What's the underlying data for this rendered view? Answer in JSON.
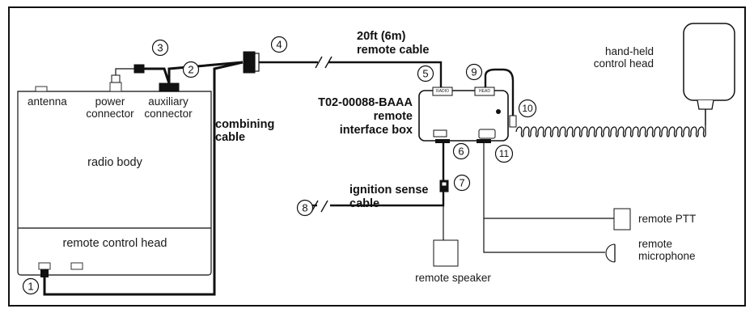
{
  "labels": {
    "antenna": "antenna",
    "power_connector_1": "power",
    "power_connector_2": "connector",
    "auxiliary_connector_1": "auxiliary",
    "auxiliary_connector_2": "connector",
    "radio_body": "radio body",
    "remote_control_head": "remote control head",
    "combining_cable_1": "combining",
    "combining_cable_2": "cable",
    "remote_cable_1": "20ft (6m)",
    "remote_cable_2": "remote cable",
    "interface_box_1": "T02-00088-BAAA",
    "interface_box_2": "remote",
    "interface_box_3": "interface box",
    "ignition_cable_1": "ignition sense",
    "ignition_cable_2": "cable",
    "hand_held_1": "hand-held",
    "hand_held_2": "control head",
    "remote_ptt": "remote PTT",
    "remote_microphone_1": "remote",
    "remote_microphone_2": "microphone",
    "remote_speaker": "remote speaker"
  },
  "callouts": {
    "n1": "1",
    "n2": "2",
    "n3": "3",
    "n4": "4",
    "n5": "5",
    "n6": "6",
    "n7": "7",
    "n8": "8",
    "n9": "9",
    "n10": "10",
    "n11": "11"
  },
  "port_labels": {
    "radio": "RADIO",
    "head": "HEAD"
  }
}
